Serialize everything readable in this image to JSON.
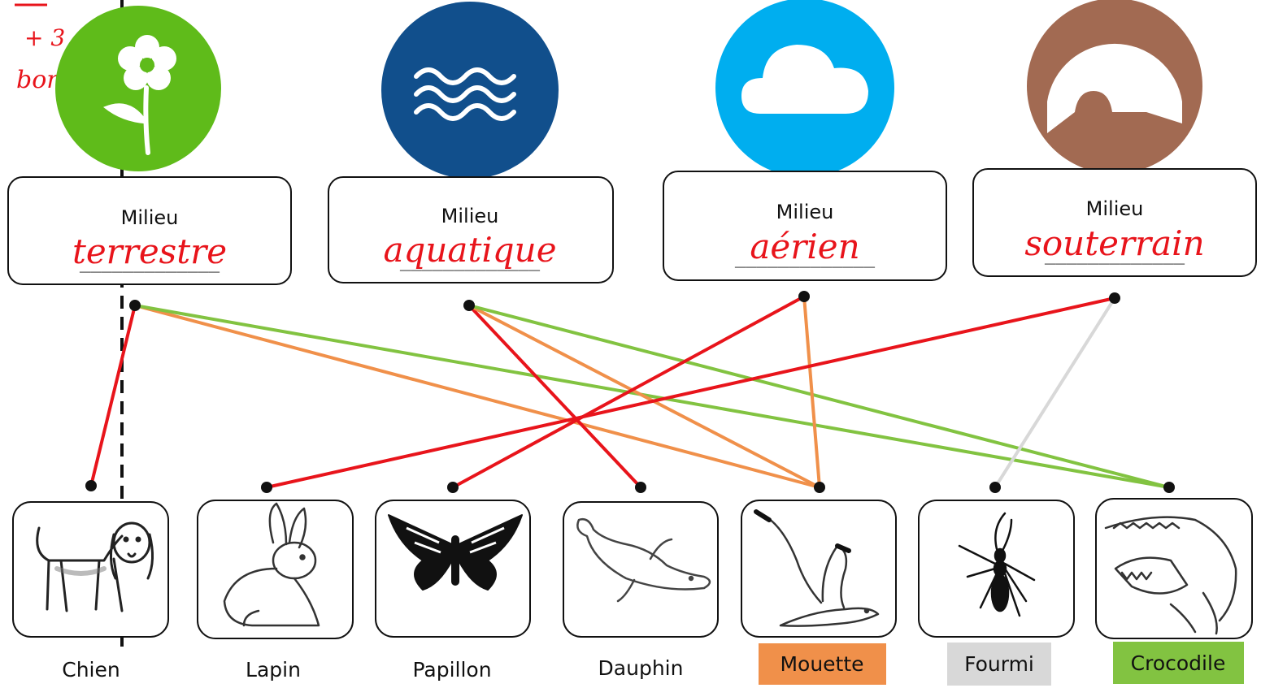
{
  "grade": {
    "mark": "+ 3",
    "word": "bonus"
  },
  "habitats": [
    {
      "id": "terrestre",
      "icon": "flower-icon",
      "color": "#5fbb1a",
      "label": "Milieu",
      "answer": "terrestre"
    },
    {
      "id": "aquatique",
      "icon": "waves-icon",
      "color": "#114f8c",
      "label": "Milieu",
      "answer": "aquatique"
    },
    {
      "id": "aerien",
      "icon": "cloud-icon",
      "color": "#00aeef",
      "label": "Milieu",
      "answer": "aérien"
    },
    {
      "id": "souterrain",
      "icon": "burrow-icon",
      "color": "#a26a52",
      "label": "Milieu",
      "answer": "souterrain"
    }
  ],
  "answer_blank": "_____________",
  "animals": [
    {
      "name": "Chien",
      "icon": "dog-icon",
      "highlight": ""
    },
    {
      "name": "Lapin",
      "icon": "rabbit-icon",
      "highlight": ""
    },
    {
      "name": "Papillon",
      "icon": "butterfly-icon",
      "highlight": ""
    },
    {
      "name": "Dauphin",
      "icon": "dolphin-icon",
      "highlight": ""
    },
    {
      "name": "Mouette",
      "icon": "seagull-icon",
      "highlight": "#f0904a"
    },
    {
      "name": "Fourmi",
      "icon": "ant-icon",
      "highlight": "#d8d8d8"
    },
    {
      "name": "Crocodile",
      "icon": "crocodile-icon",
      "highlight": "#82c341"
    }
  ],
  "links": [
    {
      "habitat": "terrestre",
      "animal": "Chien",
      "color": "#e8141b"
    },
    {
      "habitat": "terrestre",
      "animal": "Mouette",
      "color": "#f0904a"
    },
    {
      "habitat": "terrestre",
      "animal": "Crocodile",
      "color": "#82c341"
    },
    {
      "habitat": "aquatique",
      "animal": "Dauphin",
      "color": "#e8141b"
    },
    {
      "habitat": "aquatique",
      "animal": "Mouette",
      "color": "#f0904a"
    },
    {
      "habitat": "aquatique",
      "animal": "Crocodile",
      "color": "#82c341"
    },
    {
      "habitat": "aerien",
      "animal": "Papillon",
      "color": "#e8141b"
    },
    {
      "habitat": "aerien",
      "animal": "Mouette",
      "color": "#f0904a"
    },
    {
      "habitat": "souterrain",
      "animal": "Lapin",
      "color": "#e8141b"
    },
    {
      "habitat": "souterrain",
      "animal": "Fourmi",
      "color": "#d8d8d8"
    }
  ]
}
